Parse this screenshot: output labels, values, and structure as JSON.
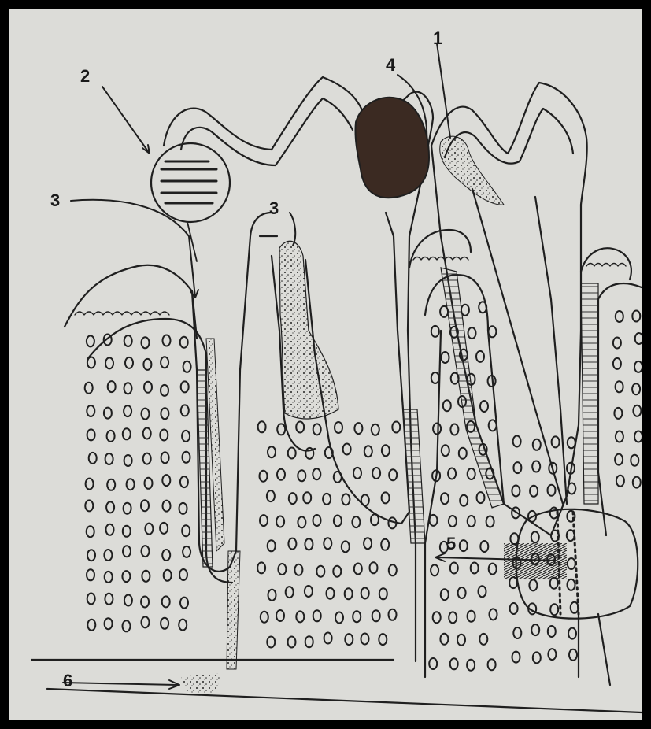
{
  "colors": {
    "paper": "#dcdcd8",
    "ink": "#1f1f1f",
    "filling": "#3b2a22",
    "frame": "#000000"
  },
  "labels": {
    "l1": "1",
    "l2": "2",
    "l3a": "3",
    "l3b": "3",
    "l4": "4",
    "l5": "5",
    "l6": "6"
  }
}
